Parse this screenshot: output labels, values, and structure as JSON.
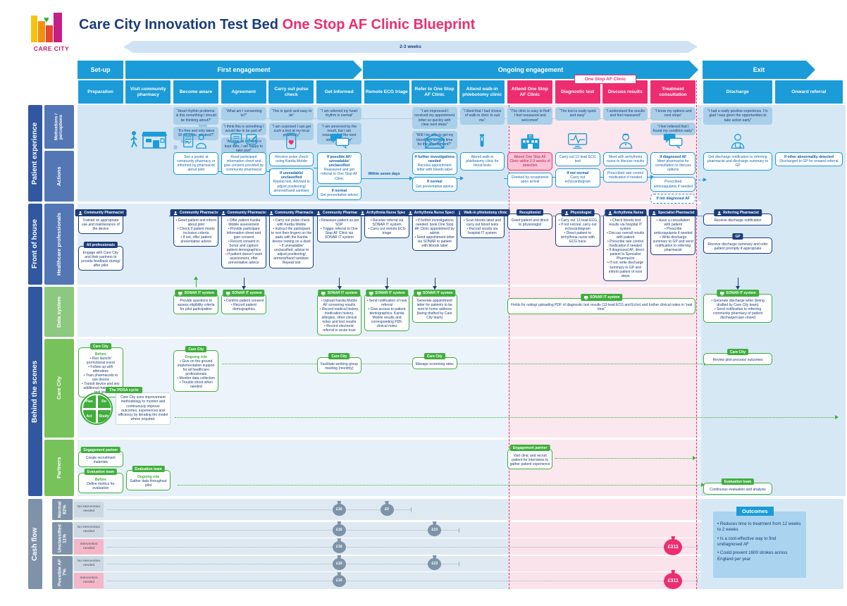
{
  "header": {
    "logo_text": "CARE CITY",
    "title_main": "Care City Innovation Test Bed ",
    "title_accent": "One Stop AF Clinic Blueprint",
    "timeline_label": "2-3 weeks",
    "clinic_overlay_label": "One Stop AF Clinic",
    "within_seven_days_label": "Within seven days"
  },
  "phases": [
    {
      "label": "Set-up"
    },
    {
      "label": "First engagement"
    },
    {
      "label": "Ongoing engagement"
    },
    {
      "label": "Exit"
    }
  ],
  "columns": [
    {
      "label": "Preparation",
      "color": "blue"
    },
    {
      "label": "Visit community pharmacy",
      "color": "blue"
    },
    {
      "label": "Become aware",
      "color": "blue"
    },
    {
      "label": "Agreement",
      "color": "blue"
    },
    {
      "label": "Carry out pulse check",
      "color": "blue"
    },
    {
      "label": "Get informed",
      "color": "blue"
    },
    {
      "label": "Remote ECG triage",
      "color": "blue"
    },
    {
      "label": "Refer to One Stop AF Clinic",
      "color": "blue"
    },
    {
      "label": "Attend walk-in phlebotomy clinic",
      "color": "blue"
    },
    {
      "label": "Attend One Stop AF Clinic",
      "color": "pink"
    },
    {
      "label": "Diagnostic test",
      "color": "pink"
    },
    {
      "label": "Discuss results",
      "color": "pink"
    },
    {
      "label": "Treatment consultation",
      "color": "pink"
    },
    {
      "label": "Discharge",
      "color": "blue"
    },
    {
      "label": "Onward referral",
      "color": "blue"
    }
  ],
  "row_labels": {
    "patient_experience": {
      "label": "Patient experience",
      "sub_rows": [
        "Motivations / perceptions",
        "Actions"
      ]
    },
    "front_of_house": {
      "label": "Front of house",
      "sub_rows": [
        "Healthcare professionals"
      ]
    },
    "behind_the_scenes": {
      "label": "Behind the scenes",
      "sub_rows": [
        "Data system",
        "Care City",
        "Partners"
      ]
    },
    "cash_flow": {
      "label": "Cash flow"
    }
  },
  "quotes": [
    {
      "col": 2,
      "lines": [
        "“Heart rhythm problems: is this something I should be thinking about?”",
        "“It's free and only takes 30 seconds, why not?”"
      ]
    },
    {
      "col": 3,
      "lines": [
        "“What am I consenting to?”",
        "“I think this is something I would like to be part of”",
        "“As long as my data is kept safe, I am happy to take part”"
      ]
    },
    {
      "col": 4,
      "lines": [
        "“This is quick and easy to do”",
        "“I am surprised I can get such a test at my local pharmacy”"
      ]
    },
    {
      "col": 5,
      "lines": [
        "“I am relieved my heart rhythm is normal”",
        "“I am unnerved by the result, but I am reassured of the next steps I can take”"
      ]
    },
    {
      "col": 7,
      "lines": [
        "“I am impressed I received my appointment letter so quickly with clear next steps”",
        "“Will I be able to get my blood test done in time for the appointment?”"
      ]
    },
    {
      "col": 8,
      "lines": [
        "“I liked that I had choice of walk-in clinic to suit me”"
      ]
    },
    {
      "col": 9,
      "lines": [
        "“The clinic is easy to find! I feel reassured and welcomed”"
      ]
    },
    {
      "col": 10,
      "lines": [
        "“The test is really quick and easy”"
      ]
    },
    {
      "col": 11,
      "lines": [
        "“I understand the results and feel reassured”"
      ]
    },
    {
      "col": 12,
      "lines": [
        "“I know my options and next steps”",
        "“I feel relieved that I found my condition early”"
      ]
    },
    {
      "col": 13,
      "lines": [
        "“I had a really positive experience. I'm glad I was given the opportunities to take action early”"
      ]
    }
  ],
  "action_icons": [
    {
      "col": 1,
      "icon": "pharmacy-visit-icon"
    },
    {
      "col": 2,
      "icon": "poster-pharmacist-icon"
    },
    {
      "col": 3,
      "icon": "consent-form-icon"
    },
    {
      "col": 4,
      "icon": "kardia-phone-icon"
    },
    {
      "col": 5,
      "icon": "speech-bubbles-icon"
    },
    {
      "col": 7,
      "icon": "envelope-icon"
    },
    {
      "col": 8,
      "icon": "test-tube-icon"
    },
    {
      "col": 9,
      "icon": "hospital-icon"
    },
    {
      "col": 10,
      "icon": "ecg-monitor-icon"
    },
    {
      "col": 11,
      "icon": "nurse-icon"
    },
    {
      "col": 12,
      "icon": "speech-bubbles-icon"
    },
    {
      "col": 13,
      "icon": "doctor-icon"
    }
  ],
  "actions": [
    {
      "col": 2,
      "boxes": [
        {
          "text": "See a poster at community pharmacy or informed by pharmacist about pilot"
        }
      ]
    },
    {
      "col": 3,
      "boxes": [
        {
          "text": "Read participant information sheet and give consent provided by community pharmacist"
        }
      ]
    },
    {
      "col": 4,
      "boxes": [
        {
          "text": "Receive pulse check using Kardia Mobile"
        },
        {
          "title": "If unreadable/ unclassified",
          "text": "Repeat test. Advised to adjust positioning/ armrest/hand sanitiser"
        }
      ]
    },
    {
      "col": 5,
      "boxes": [
        {
          "title": "If possible AF/ unreadable/ unclassified",
          "text": "Reassured and get referral to One Stop AF Clinic"
        },
        {
          "title": "If normal",
          "text": "Get preventative advice"
        }
      ]
    },
    {
      "col": 7,
      "boxes": [
        {
          "title": "If further investigations needed",
          "text": "Receive appointment letter with bloods label"
        },
        {
          "title": "If normal",
          "text": "Get preventative advice"
        }
      ]
    },
    {
      "col": 8,
      "boxes": [
        {
          "text": "Attend walk-in phlebotomy clinic for blood tests"
        }
      ]
    },
    {
      "col": 9,
      "boxes": [
        {
          "text": "Attend One Stop AF Clinic within 2-3 weeks of detection",
          "variant": "pink"
        },
        {
          "text": "Greeted by receptionist upon arrival"
        }
      ]
    },
    {
      "col": 10,
      "boxes": [
        {
          "text": "Carry out 12-lead ECG test"
        },
        {
          "title": "If not normal",
          "text": "Carry out echocardiogram"
        }
      ]
    },
    {
      "col": 11,
      "boxes": [
        {
          "text": "Meet with arrhythmia nurse to discuss results"
        },
        {
          "text": "Prescribed rate control medication if needed"
        }
      ]
    },
    {
      "col": 12,
      "boxes": [
        {
          "title": "If diagnosed AF",
          "text": "Meet pharmacist for consultation to discuss options"
        },
        {
          "text": "Prescribed anticoagulants if needed"
        },
        {
          "title": "If not diagnosed AF",
          "variant": "dashed"
        }
      ]
    },
    {
      "col": 13,
      "boxes": [
        {
          "text": "Get discharge notification to referring pharmacist and discharge summary to GP"
        }
      ]
    },
    {
      "col": 14,
      "boxes": [
        {
          "title": "If other abnormality detected",
          "text": "Discharged to GP for onward referral"
        }
      ]
    }
  ],
  "professionals": [
    {
      "col": 0,
      "items": [
        {
          "badge": "Community Pharmacist",
          "badge_icon": "person-icon",
          "text": "Trained on appropriate use and maintenance of the device"
        },
        {
          "badge": "All professionals",
          "text": "Engage with Care City and their partners to provide feedback during/ after pilot"
        }
      ]
    },
    {
      "col": 2,
      "items": [
        {
          "badge": "Community Pharmacist",
          "badge_icon": "person-icon",
          "bullets": [
            "Greet patient and inform about pilot",
            "Check if patient meets inclusion criteria",
            "If not, offer patient preventative advice"
          ]
        }
      ]
    },
    {
      "col": 3,
      "items": [
        {
          "badge": "Community Pharmacist",
          "badge_icon": "person-icon",
          "bullets": [
            "Offer patient Kardia Mobile assessment",
            "Provide participant information sheet and gain consent",
            "Record consent in Sonar and capture patient demographics",
            "If patient doesn't want assessment, offer preventative advice"
          ]
        }
      ]
    },
    {
      "col": 4,
      "items": [
        {
          "badge": "Community Pharmacist",
          "badge_icon": "person-icon",
          "bullets": [
            "Carry out pulse check with Kardia Mobile",
            "Instruct the participant to rest their fingers on the pads with the Kardia device resting on a desk",
            "If unreadable/ unclassified, advise to adjust positioning/ armrest/hand sanitiser. Repeat test"
          ]
        }
      ]
    },
    {
      "col": 5,
      "items": [
        {
          "badge": "Community Pharmacist",
          "badge_icon": "person-icon",
          "bullets": [
            "Reassure patient as per SOP",
            "Trigger referral to One Stop AF Clinic via SONAR IT system"
          ]
        }
      ]
    },
    {
      "col": 6,
      "items": [
        {
          "badge": "Arrhythmia Nurse Specialist",
          "badge_icon": "person-icon",
          "bullets": [
            "Receive referral via SONAR IT system",
            "Carry out remote ECG triage"
          ]
        }
      ]
    },
    {
      "col": 7,
      "items": [
        {
          "badge": "Arrhythmia Nurse Specialist",
          "badge_icon": "person-icon",
          "bullets": [
            "If further investigations needed, book One Stop AF Clinic appointment by admin",
            "Send appointment letter via SONAR to patient with bloods label"
          ]
        }
      ]
    },
    {
      "col": 8,
      "items": [
        {
          "badge": "Walk-in phlebotomy clinic",
          "badge_icon": "test-tube-icon",
          "bullets": [
            "Scan bloods label and carry out blood tests",
            "Record results via hospital IT system"
          ]
        }
      ]
    },
    {
      "col": 9,
      "items": [
        {
          "badge": "Receptionist",
          "text": "Greet patient and direct to physiologist"
        }
      ]
    },
    {
      "col": 10,
      "items": [
        {
          "badge": "Physiologist",
          "badge_icon": "person-icon",
          "bullets": [
            "Carry out 12-lead ECG",
            "If not normal, carry out echocardiogram",
            "Direct patient to arrhythmia nurse with ECG trace"
          ]
        }
      ]
    },
    {
      "col": 11,
      "items": [
        {
          "badge": "Arrhythmia Nurse",
          "badge_icon": "person-icon",
          "bullets": [
            "Check bloods test results via hospital IT system",
            "Discuss overall results with patient",
            "Prescribe rate control medication if needed",
            "If diagnosed AF, direct patient to Specialist Pharmacist",
            "If not, write discharge summary to GP and inform patient of next steps"
          ]
        }
      ]
    },
    {
      "col": 12,
      "items": [
        {
          "badge": "Specialist Pharmacist",
          "badge_icon": "person-icon",
          "bullets": [
            "Have a consultation with patient",
            "Prescribe anticoagulants if needed",
            "Write discharge summary to GP and send notification to referring pharmacist"
          ]
        }
      ]
    },
    {
      "col": 13,
      "items": [
        {
          "badge": "Referring Pharmacist",
          "badge_icon": "person-icon",
          "text": "Receive discharge notification"
        },
        {
          "badge": "GP",
          "text": "Receive discharge summary and refer patient promptly if appropriate"
        }
      ]
    }
  ],
  "data_system": [
    {
      "col": 2,
      "badge": "SONAR IT system",
      "text": "Provide questions to assess eligibility criteria for pilot participation"
    },
    {
      "col": 3,
      "badge": "SONAR IT system",
      "bullets": [
        "Confirm patient consent",
        "Record patient demographics"
      ]
    },
    {
      "col": 5,
      "badge": "SONAR IT system",
      "bullets": [
        "Upload Kardia Mobile AF screening results",
        "Record medical history, medication history, allergies, other clinical notes and test results",
        "Record electronic referral to acute trust"
      ]
    },
    {
      "col": 6,
      "badge": "SONAR IT system",
      "bullets": [
        "Send notification of new referral",
        "Give access to patient demographics, Kardia Mobile results and corresponding PDF, clinical notes"
      ]
    },
    {
      "col": 7,
      "badge": "SONAR IT system",
      "text": "Generate appointment letter for patients to be sent to home address (being drafted by Care City team)"
    },
    {
      "col": 9,
      "span": 4,
      "badge": "SONAR IT system",
      "text": "Fields for noting/ uploading PDF of diagnostic test results (12-lead ECG and Echo) and further clinical notes in “real time”"
    },
    {
      "col": 13,
      "badge": "SONAR IT system",
      "bullets": [
        "Generate discharge letter (being drafted by Care City team)",
        "Send notification to referring community pharmacy of patient discharge/case closed"
      ]
    }
  ],
  "care_city": [
    {
      "col": 0,
      "badge": "Care City",
      "title": "Before",
      "bullets": [
        "Run launch/ promotional event",
        "Follow up with attendees",
        "Train pharmacists to use device",
        "Transit device and any additional materials to test site"
      ]
    },
    {
      "col": 2,
      "badge": "Care City",
      "title": "Ongoing role",
      "bullets": [
        "Give on the ground implementation support for all healthcare professionals",
        "Monitor data collection",
        "Trouble shoot when needed"
      ]
    },
    {
      "col": 5,
      "badge": "Care City",
      "text": "Facilitate working group meeting (monthly)"
    },
    {
      "col": 7,
      "badge": "Care City",
      "text": "Manage screening rates"
    },
    {
      "col": 13,
      "badge": "Care City",
      "text": "Review pilot process/ outcomes"
    }
  ],
  "pdsa": {
    "badge": "The PDSA cycle",
    "quadrants": [
      "Plan",
      "Do",
      "Act",
      "Study"
    ],
    "text": "Care City uses improvement methodology to monitor and continuously improve outcomes, experiences and efficiency by iterating the model where required."
  },
  "partners": [
    {
      "col": 0,
      "badge": "Engagement partner",
      "text": "Create recruitment materials"
    },
    {
      "col": 0,
      "badge": "Evaluation team",
      "title": "Before",
      "text": "Define metrics for evaluation",
      "slot": 2
    },
    {
      "col": 1,
      "badge": "Evaluation team",
      "title": "Ongoing role",
      "text": "Gather data throughout pilot",
      "slot": 2
    },
    {
      "col": 9,
      "badge": "Engagement partner",
      "text": "Visit clinic and recruit patient for interviews to gather patient experience"
    },
    {
      "col": 13,
      "badge": "Evaluation team",
      "text": "Continuous evaluation and analysis",
      "slot": 2
    }
  ],
  "cash_flow": {
    "groups": [
      {
        "label": "Normal",
        "pct": "82%",
        "lines": [
          {
            "label": "No intervention needed",
            "type": "gray",
            "bags": [
              {
                "value": "£16",
                "col": 5
              },
              {
                "value": "£0",
                "col": 6
              }
            ]
          }
        ]
      },
      {
        "label": "Unclassified",
        "pct": "11%",
        "lines": [
          {
            "label": "No intervention needed",
            "type": "gray",
            "bags": [
              {
                "value": "£16",
                "col": 5
              },
              {
                "value": "£23",
                "col": 7
              }
            ]
          },
          {
            "label": "Intervention needed",
            "type": "pink",
            "bags": [
              {
                "value": "£16",
                "col": 5
              },
              {
                "value": "£311",
                "col": 12,
                "pink": true
              }
            ]
          }
        ]
      },
      {
        "label": "Possible AF",
        "pct": "7%",
        "lines": [
          {
            "label": "No intervention needed",
            "type": "gray",
            "bags": [
              {
                "value": "£16",
                "col": 5
              },
              {
                "value": "£23",
                "col": 7
              }
            ]
          },
          {
            "label": "Intervention needed",
            "type": "pink",
            "bags": [
              {
                "value": "£16",
                "col": 5
              },
              {
                "value": "£311",
                "col": 12,
                "pink": true
              }
            ]
          }
        ]
      }
    ]
  },
  "outcomes": {
    "title": "Outcomes",
    "bullets": [
      "Reduces time to treatment from 12 weeks to 2 weeks",
      "Is a cost-effective way to find undiagnosed AF",
      "Could prevent 1600 strokes across England per year"
    ]
  },
  "colors": {
    "blue": "#1b9cd8",
    "navy": "#1b3c7a",
    "pink": "#ee2d71",
    "green": "#3fae3b",
    "gray": "#7e93a9"
  }
}
